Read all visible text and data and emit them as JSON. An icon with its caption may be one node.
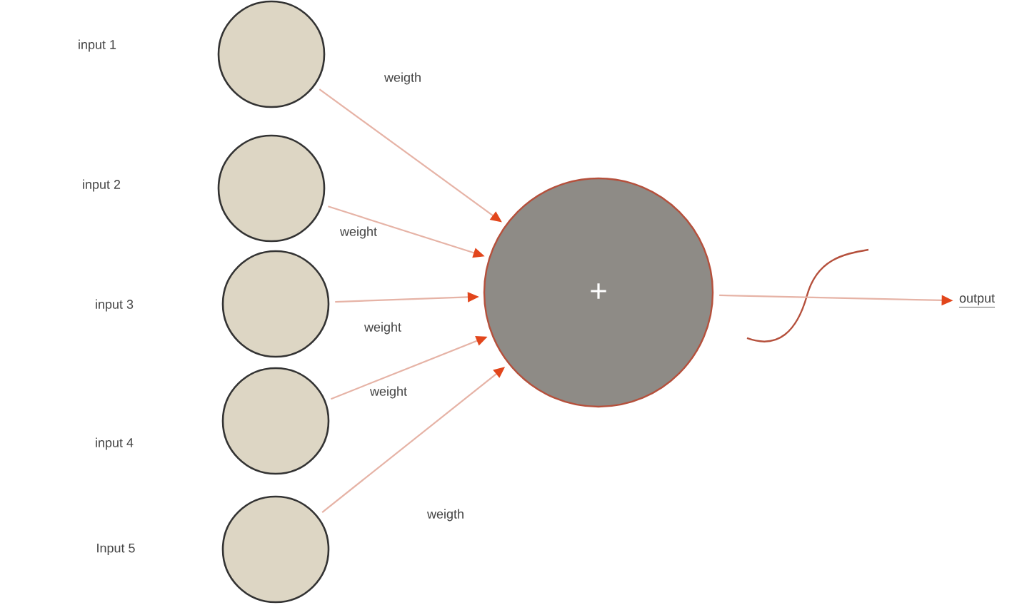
{
  "diagram": {
    "nodes": [
      {
        "text": [],
        "shape": "circle"
      },
      {
        "text": [],
        "shape": "circle"
      },
      {
        "text": [],
        "shape": "circle"
      },
      {
        "text": [],
        "shape": "circle"
      },
      {
        "text": [],
        "shape": "circle"
      },
      {
        "text": [
          "+"
        ]
      },
      {
        "text": [
          "output"
        ]
      }
    ],
    "edges": [
      {
        "from": 0,
        "to": 5,
        "arrow": "to",
        "label": "weigth"
      },
      {
        "from": 1,
        "to": 5,
        "arrow": "to",
        "label": "weight"
      },
      {
        "from": 2,
        "to": 5,
        "arrow": "to",
        "label": "weight"
      },
      {
        "from": 3,
        "to": 5,
        "arrow": "to",
        "label": "weight"
      },
      {
        "from": 4,
        "to": 5,
        "arrow": "to",
        "label": "weigth"
      },
      {
        "from": 5,
        "to": 6,
        "arrow": "to"
      }
    ],
    "labels": [
      "input 1",
      "input 2",
      "input 3",
      "input 4",
      "Input 5"
    ]
  }
}
